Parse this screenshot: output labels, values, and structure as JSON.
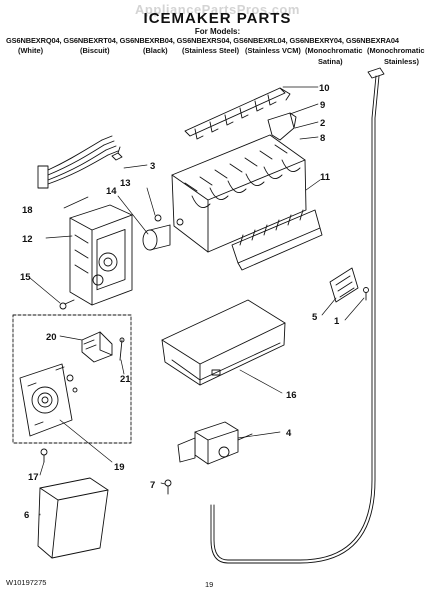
{
  "watermark": "AppliancePartsPros.com",
  "title": "ICEMAKER PARTS",
  "for_models": "For Models:",
  "models": "GS6NBEXRQ04, GS6NBEXRT04, GS6NBEXRB04, GS6NBEXRS04, GS6NBEXRL04, GS6NBEXRY04, GS6NBEXRA04",
  "colors": [
    "(White)",
    "(Biscuit)",
    "(Black)",
    "(Stainless Steel)",
    "(Stainless VCM)",
    "(Monochromatic",
    "(Monochromatic",
    "Satina)",
    "Stainless)"
  ],
  "callouts": [
    "1",
    "2",
    "3",
    "4",
    "5",
    "6",
    "7",
    "8",
    "9",
    "10",
    "11",
    "12",
    "13",
    "14",
    "15",
    "16",
    "17",
    "18",
    "19",
    "20",
    "21"
  ],
  "footer": {
    "doc_number": "W10197275",
    "page": "19"
  }
}
